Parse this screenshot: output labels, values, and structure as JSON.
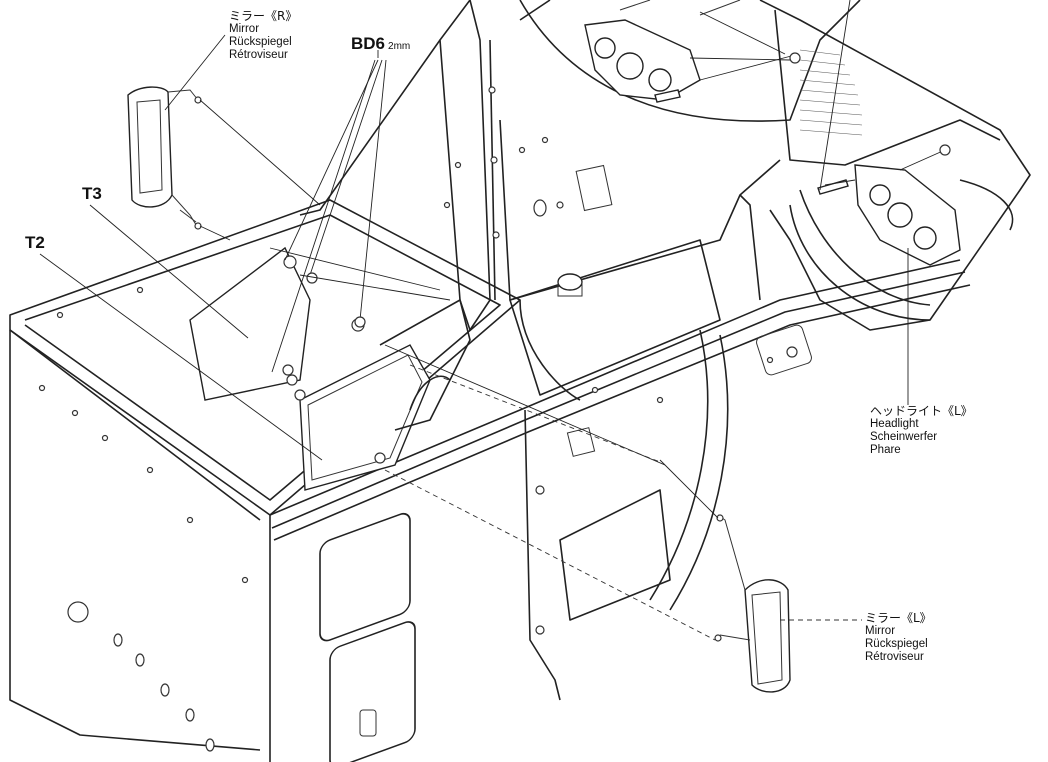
{
  "labels": {
    "mirror_r": {
      "jp": "ミラー《R》",
      "en": "Mirror",
      "de": "Rückspiegel",
      "fr": "Rétroviseur"
    },
    "bd6": {
      "code": "BD6",
      "size": "2mm"
    },
    "t3": "T3",
    "t2": "T2",
    "headlight_l": {
      "jp": "ヘッドライト《L》",
      "en": "Headlight",
      "de": "Scheinwerfer",
      "fr": "Phare"
    },
    "mirror_l": {
      "jp": "ミラー《L》",
      "en": "Mirror",
      "de": "Rückspiegel",
      "fr": "Rétroviseur"
    }
  }
}
